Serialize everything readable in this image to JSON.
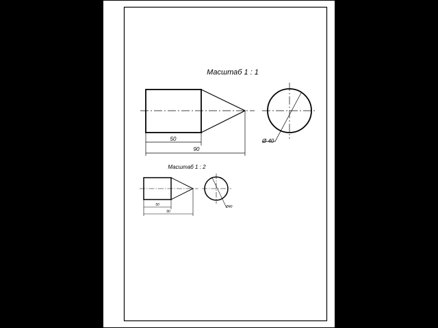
{
  "drawing": {
    "scale_label_large": "Масштаб 1 : 1",
    "scale_label_small": "Масштаб 1 : 2",
    "dim_cylinder_large": "50",
    "dim_total_large": "90",
    "dim_diameter_large": "Ø 40",
    "dim_cylinder_small": "50",
    "dim_total_small": "90",
    "dim_diameter_small": "Ø40"
  },
  "colors": {
    "background": "#000000",
    "sheet": "#ffffff",
    "line": "#000000"
  }
}
